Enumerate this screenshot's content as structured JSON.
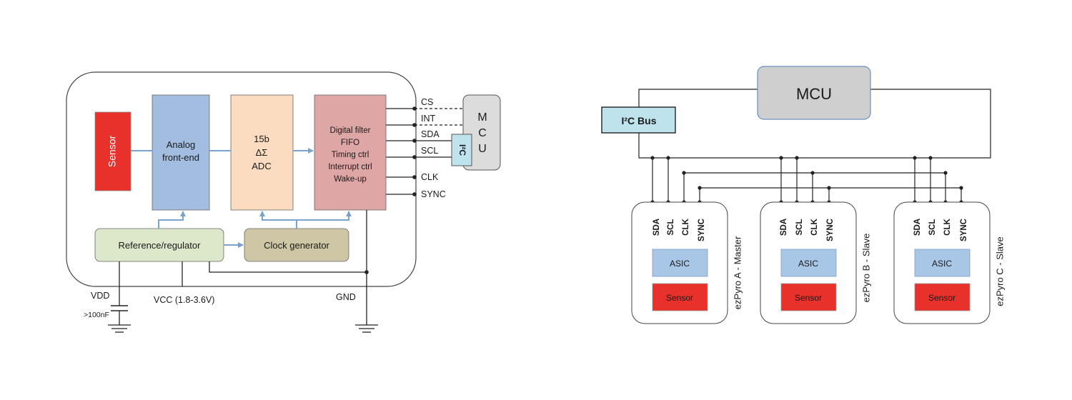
{
  "left_diagram": {
    "blocks": {
      "sensor": "Sensor",
      "afe": [
        "Analog",
        "front-end"
      ],
      "adc": [
        "15b",
        "ΔΣ",
        "ADC"
      ],
      "digital": [
        "Digital filter",
        "FIFO",
        "Timing ctrl",
        "Interrupt ctrl",
        "Wake-up"
      ],
      "reference": "Reference/regulator",
      "clock": "Clock generator"
    },
    "pins": [
      "CS",
      "INT",
      "SDA",
      "SCL",
      "CLK",
      "SYNC"
    ],
    "mcu_letters": [
      "M",
      "C",
      "U"
    ],
    "i2c_label": "I²C",
    "supply": {
      "vdd": "VDD",
      "vcc": "VCC (1.8-3.6V)",
      "gnd": "GND",
      "cap": ">100nF"
    }
  },
  "right_diagram": {
    "mcu": "MCU",
    "bus": "I²C Bus",
    "devices": [
      {
        "label": "ezPyro A - Master",
        "pins": [
          "SDA",
          "SCL",
          "CLK",
          "SYNC"
        ],
        "asic": "ASIC",
        "sensor": "Sensor"
      },
      {
        "label": "ezPyro B - Slave",
        "pins": [
          "SDA",
          "SCL",
          "CLK",
          "SYNC"
        ],
        "asic": "ASIC",
        "sensor": "Sensor"
      },
      {
        "label": "ezPyro C - Slave",
        "pins": [
          "SDA",
          "SCL",
          "CLK",
          "SYNC"
        ],
        "asic": "ASIC",
        "sensor": "Sensor"
      }
    ]
  },
  "colors": {
    "sensor": "#e8312a",
    "afe": "#a2bde0",
    "adc": "#fbdcc0",
    "digital": "#dfa6a6",
    "reference": "#dde7ca",
    "clock": "#cfc6a6",
    "i2c_box": "#bfe3ec",
    "mcu_gray": "#cfcfcf",
    "asic": "#a8c6e6",
    "arrow": "#7aa2cc"
  }
}
